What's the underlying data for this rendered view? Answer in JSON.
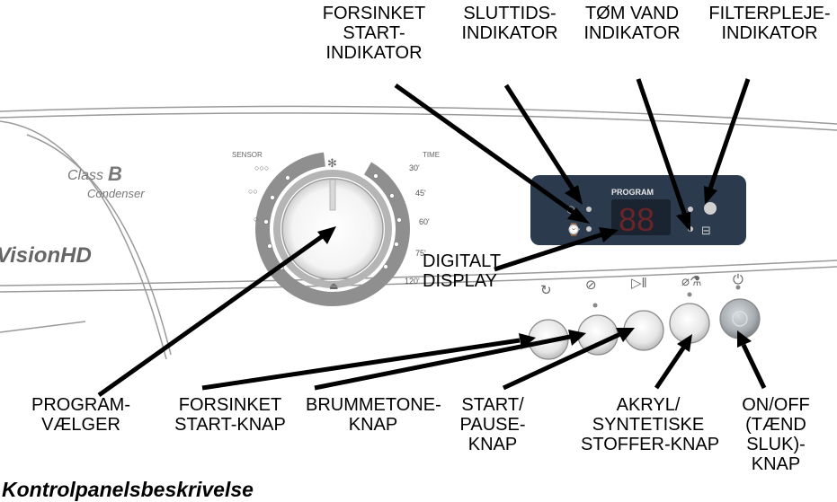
{
  "panel": {
    "class_text": "Class",
    "class_letter": "B",
    "condenser_text": "Condenser",
    "brand_text": "VisionHD",
    "sensor_text": "SENSOR",
    "time_text": "TIME",
    "program_text": "PROGRAM",
    "display_digits": "88",
    "time_marks": [
      "30'",
      "45'",
      "60'",
      "75'",
      "120'"
    ]
  },
  "top_labels": {
    "delay_indicator": [
      "FORSINKET",
      "START-",
      "INDIKATOR"
    ],
    "endtime_indicator": [
      "SLUTTIDS-",
      "INDIKATOR"
    ],
    "drain_indicator": [
      "TØM VAND",
      "INDIKATOR"
    ],
    "filter_indicator": [
      "FILTERPLEJE-",
      "INDIKATOR"
    ]
  },
  "display_label": [
    "DIGITALT",
    "DISPLAY"
  ],
  "bottom_labels": {
    "program_selector": [
      "PROGRAM-",
      "VÆLGER"
    ],
    "delay_start_button": [
      "FORSINKET",
      "START-KNAP"
    ],
    "buzzer_button": [
      "BRUMMETONE-",
      "KNAP"
    ],
    "start_pause_button": [
      "START/",
      "PAUSE-",
      "KNAP"
    ],
    "acrylic_button": [
      "AKRYL/",
      "SYNTETISKE",
      "STOFFER-KNAP"
    ],
    "onoff_button": [
      "ON/OFF",
      "(TÆND",
      "SLUK)-",
      "KNAP"
    ]
  },
  "caption": "Kontrolpanelsbeskrivelse",
  "colors": {
    "panel_line": "#9a9a9a",
    "display_bg": "#2b3a4d",
    "display_digit": "#c03028",
    "dial_ring": "#8a8a8a",
    "button_fill": "#ededed",
    "arrow": "#000000"
  }
}
